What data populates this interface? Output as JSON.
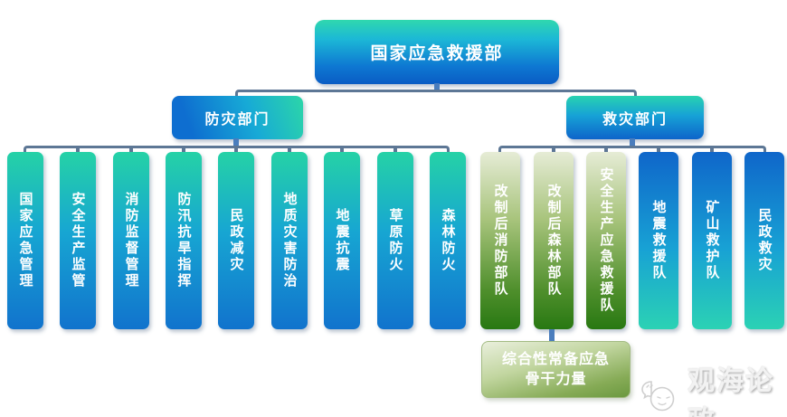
{
  "root": {
    "label": "国家应急救援部"
  },
  "branches": {
    "left": {
      "label": "防灾部门"
    },
    "right": {
      "label": "救灾部门"
    }
  },
  "prevention": {
    "items": [
      "国家应急管理",
      "安全生产监管",
      "消防监督管理",
      "防汛抗旱指挥",
      "民政减灾",
      "地质灾害防治",
      "地震抗震",
      "草原防火",
      "森林防火"
    ]
  },
  "relief": {
    "reformed_items": [
      "改制后消防部队",
      "改制后森林部队",
      "安全生产应急救援队"
    ],
    "team_items": [
      "地震救援队",
      "矿山救护队",
      "民政救灾"
    ]
  },
  "bottom_box": {
    "line1": "综合性常备应急",
    "line2": "骨干力量"
  },
  "watermark": {
    "text": "观海论政"
  },
  "colors": {
    "teal": "#25d2a6",
    "blue": "#0d68cc",
    "green_dark": "#287812",
    "green_light": "#e6ecd6",
    "connector": "#5d7795",
    "connector_node": "#4a7dbd"
  }
}
